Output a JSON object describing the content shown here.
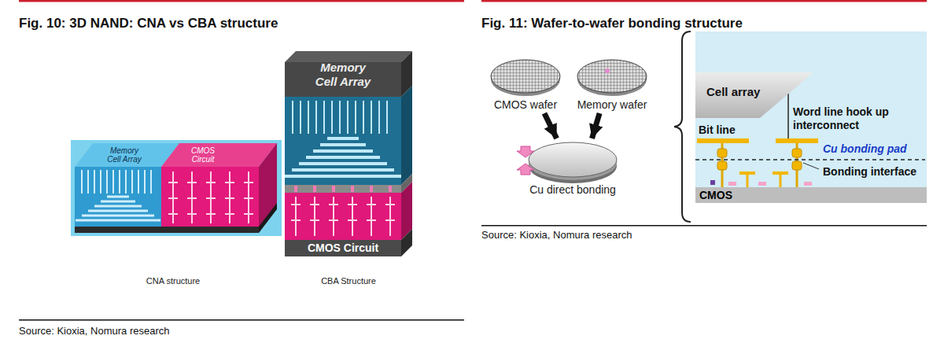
{
  "diagram": {
    "title": "Fig. 10: 3D NAND: CNA vs CBA structure",
    "nodes": [
      {
        "text": [
          "Memory Cell Array"
        ]
      },
      {
        "text": [
          "CMOS Circuit"
        ]
      },
      {
        "text": [
          "Memory Cell Array"
        ]
      },
      {
        "text": [
          "CMOS Circuit"
        ]
      },
      {
        "text": [
          "CMOS wafer"
        ]
      },
      {
        "text": [
          "Memory wafer"
        ]
      },
      {
        "text": [
          "Cu direct bonding"
        ]
      },
      {
        "text": [
          "Cell array"
        ]
      },
      {
        "text": [
          "CMOS"
        ]
      }
    ],
    "edges": [
      {
        "from": 4,
        "to": 6,
        "arrow": "to"
      },
      {
        "from": 5,
        "to": 6,
        "arrow": "to"
      }
    ],
    "labels": [
      "CNA structure",
      "CBA Structure",
      "Source: Kioxia, Nomura research",
      "Fig. 11: Wafer-to-wafer bonding structure",
      "Bit line",
      "Word line hook up interconnect",
      "Cu bonding pad",
      "Bonding interface",
      "Source: Kioxia, Nomura research"
    ]
  }
}
